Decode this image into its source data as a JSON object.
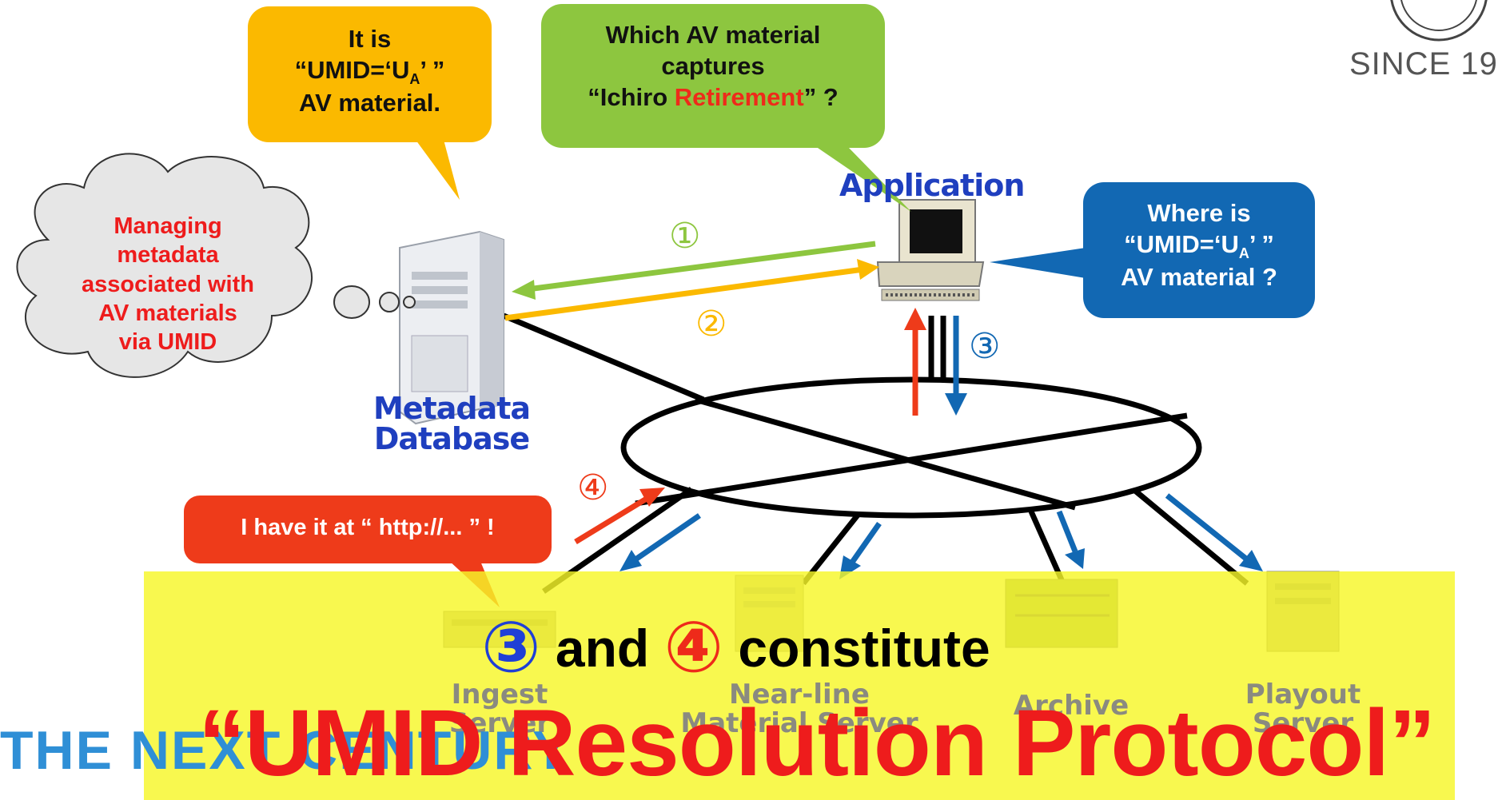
{
  "logo": {
    "since_text": "SINCE 19"
  },
  "bubbles": {
    "metadb_reply": {
      "line1": "It is",
      "line2": "“UMID=‘U",
      "sub": "A",
      "line2_end": "’ ”",
      "line3": "AV material."
    },
    "app_query": {
      "line1": "Which AV material",
      "line2": "captures",
      "line3_pre": "“Ichiro ",
      "line3_red": "Retirement",
      "line3_post": "” ?"
    },
    "app_where": {
      "line1": "Where is",
      "line2": "“UMID=‘U",
      "sub": "A",
      "line2_end": "’ ”",
      "line3": "AV material ?"
    },
    "thought": {
      "line1": "Managing",
      "line2": "metadata",
      "line3": "associated with",
      "line4": "AV materials",
      "line5": "via UMID"
    },
    "ingest_reply": {
      "text": "I have it at “ http://... ” !"
    }
  },
  "labels": {
    "application": "Application",
    "metadata_db_line1": "Metadata",
    "metadata_db_line2": "Database",
    "ingest_line1": "Ingest",
    "ingest_line2": "Server",
    "nearline_line1": "Near-line",
    "nearline_line2": "Material Server",
    "archive": "Archive",
    "playout_line1": "Playout",
    "playout_line2": "Server"
  },
  "steps": {
    "s1": "①",
    "s2": "②",
    "s3": "③",
    "s4": "④"
  },
  "banner": {
    "c3": "③",
    "and": "and",
    "c4": "④",
    "constitute": "constitute",
    "protocol": "“UMID Resolution Protocol”"
  },
  "footer": {
    "text": "THE NEXT CENTURY"
  },
  "colors": {
    "green": "#8dc63f",
    "orange": "#fbb900",
    "blue": "#1268b3",
    "red": "#ee3b1a"
  }
}
